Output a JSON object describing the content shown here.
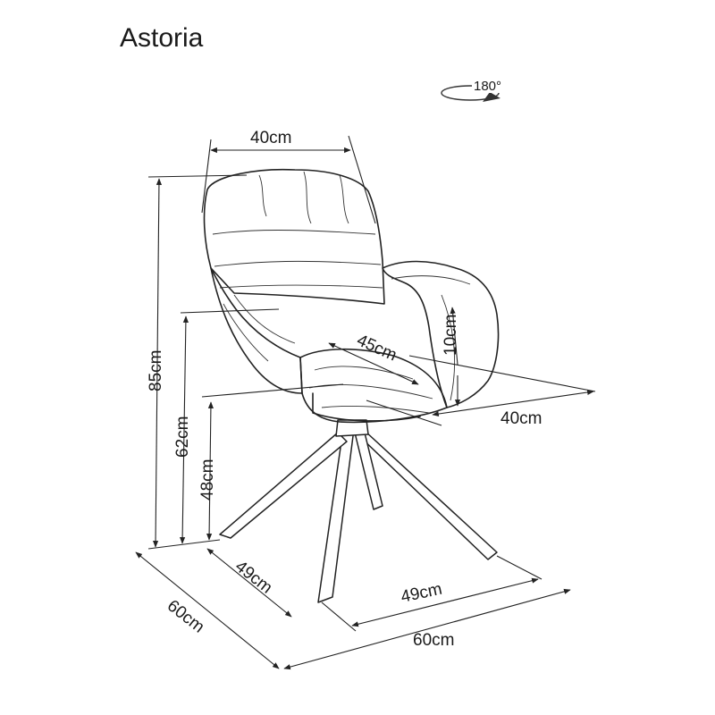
{
  "title": "Astoria",
  "rotation_label": "180°",
  "icons": [
    "rotation-180-icon"
  ],
  "dimensions": {
    "back_width": "40cm",
    "total_height": "85cm",
    "armrest_height": "62cm",
    "seat_height": "48cm",
    "seat_depth": "45cm",
    "armrest_thickness": "10cm",
    "seat_width": "40cm",
    "inner_depth": "49cm",
    "inner_width": "49cm",
    "outer_depth": "60cm",
    "outer_width": "60cm"
  }
}
